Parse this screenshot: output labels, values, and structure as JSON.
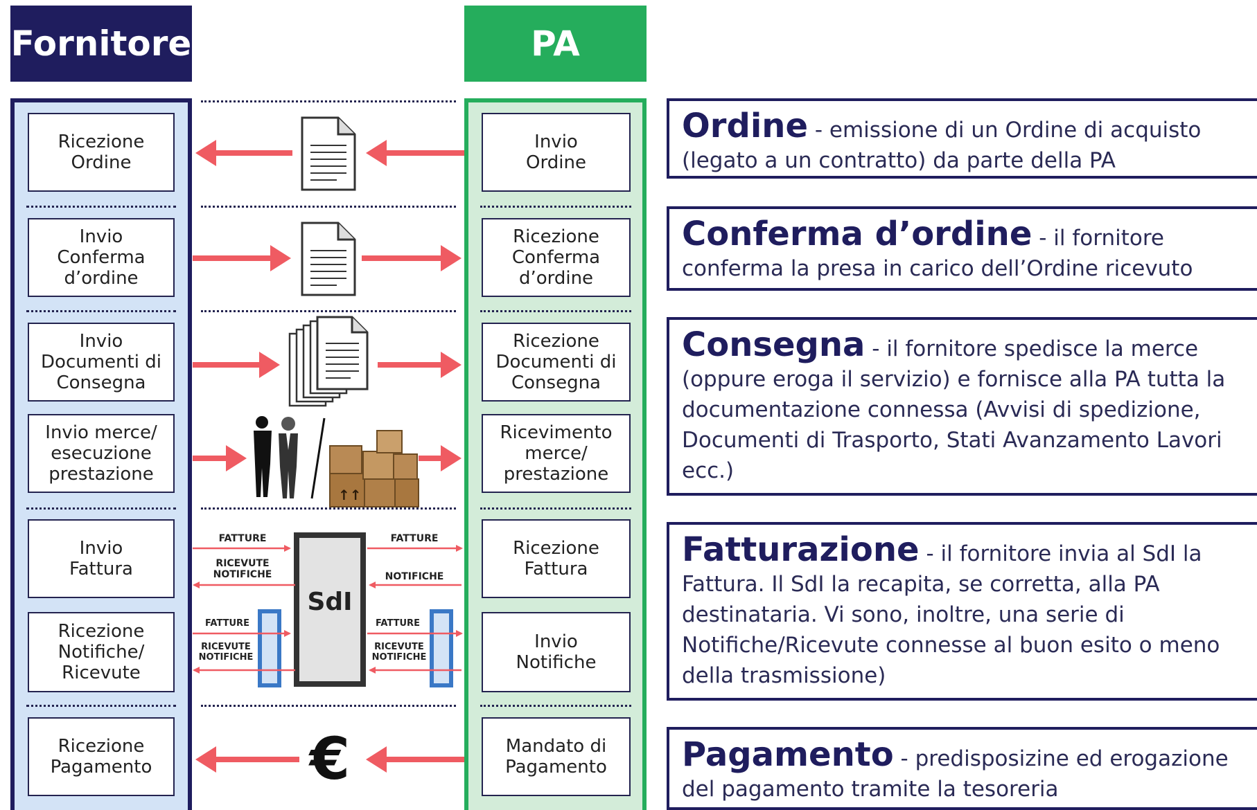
{
  "headers": {
    "fornitore": "Fornitore",
    "pa": "PA"
  },
  "steps": [
    {
      "fornitore": "Ricezione\nOrdine",
      "pa": "Invio\nOrdine"
    },
    {
      "fornitore": "Invio\nConferma\nd’ordine",
      "pa": "Ricezione\nConferma\nd’ordine"
    },
    {
      "fornitore": "Invio\nDocumenti di\nConsegna",
      "pa": "Ricezione\nDocumenti di\nConsegna"
    },
    {
      "fornitore": "Invio merce/\nesecuzione\nprestazione",
      "pa": "Ricevimento\nmerce/\nprestazione"
    },
    {
      "fornitore": "Invio\nFattura",
      "pa": "Ricezione\nFattura"
    },
    {
      "fornitore": "Ricezione\nNotifiche/\nRicevute",
      "pa": "Invio\nNotifiche"
    },
    {
      "fornitore": "Ricezione\nPagamento",
      "pa": "Mandato di\nPagamento"
    }
  ],
  "sdi": {
    "label": "SdI",
    "fatture": "FATTURE",
    "ricevute_notifiche": "RICEVUTE\nNOTIFICHE",
    "notifiche": "NOTIFICHE",
    "euro": "€"
  },
  "descriptions": [
    {
      "title": "Ordine",
      "text": " - emissione di un Ordine di acquisto (legato a un contratto) da parte della PA"
    },
    {
      "title": "Conferma d’ordine",
      "text": " - il fornitore conferma la presa in carico dell’Ordine ricevuto"
    },
    {
      "title": "Consegna",
      "text": " - il fornitore spedisce la merce (oppure eroga il servizio) e fornisce alla PA tutta la documentazione connessa (Avvisi di spedizione, Documenti di Trasporto, Stati Avanzamento Lavori ecc.)"
    },
    {
      "title": "Fatturazione",
      "text": " - il fornitore invia al SdI la Fattura. Il SdI la recapita, se corretta, alla PA destinataria. Vi sono, inoltre, una serie di Notifiche/Ricevute connesse al buon esito o meno della trasmissione)"
    },
    {
      "title": "Pagamento",
      "text": " - predisposizine ed erogazione del pagamento tramite la tesoreria"
    }
  ],
  "colors": {
    "fornitore": "#1f1d5e",
    "pa": "#25ad5c",
    "arrow": "#ef5b62",
    "panel_f": "#d3e3f6",
    "panel_p": "#d3ecd9"
  },
  "icons": [
    "document-icon",
    "document-stack-icon",
    "people-icon",
    "boxes-icon",
    "euro-icon"
  ]
}
